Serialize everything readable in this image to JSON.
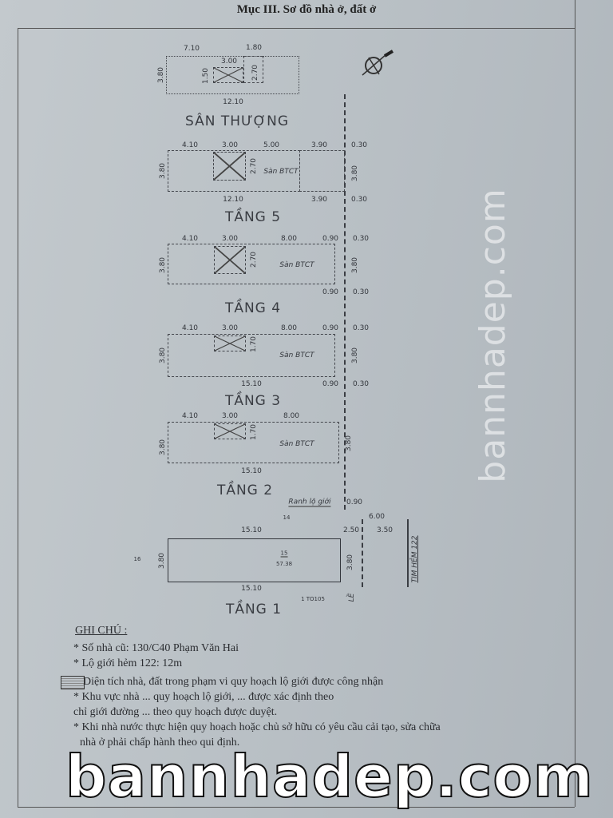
{
  "title": "Mục III. Sơ đồ nhà ở, đất ở",
  "san_thuong": {
    "name": "SÂN THƯỢNG",
    "labels": [
      "7.10",
      "1.80",
      "3.00",
      "2.70",
      "1.50",
      "3.80",
      "12.10"
    ]
  },
  "tang5": {
    "name": "TẦNG 5",
    "labels": [
      "4.10",
      "3.00",
      "5.00",
      "3.90",
      "0.30",
      "3.80",
      "2.70",
      "Sàn BTCT",
      "3.80",
      "12.10",
      "3.90",
      "0.30"
    ]
  },
  "tang4": {
    "name": "TẦNG 4",
    "labels": [
      "4.10",
      "3.00",
      "8.00",
      "0.90",
      "0.30",
      "3.80",
      "2.70",
      "Sàn BTCT",
      "3.80",
      "0.90",
      "0.30"
    ]
  },
  "tang3": {
    "name": "TẦNG 3",
    "labels": [
      "4.10",
      "3.00",
      "8.00",
      "0.90",
      "0.30",
      "3.80",
      "1.70",
      "Sàn BTCT",
      "3.80",
      "15.10",
      "0.90",
      "0.30"
    ]
  },
  "tang2": {
    "name": "TẦNG 2",
    "labels": [
      "4.10",
      "3.00",
      "8.00",
      "3.80",
      "1.70",
      "Sàn BTCT",
      "3.80",
      "15.10"
    ]
  },
  "tang1": {
    "name": "TẦNG 1",
    "labels": [
      "Ranh lộ giới",
      "0.90",
      "14",
      "6.00",
      "2.50",
      "3.50",
      "16",
      "3.80",
      "15.10",
      "15",
      "57.38",
      "15.10",
      "3.80",
      "LỀ",
      "TIM HẺM 122",
      "1 TO105"
    ]
  },
  "notes": {
    "heading": "GHI CHÚ :",
    "lines": [
      "* Số nhà cũ: 130/C40 Phạm Văn Hai",
      "* Lộ giới hẻm 122: 12m",
      "Diện  tích nhà, đất trong phạm vi quy hoạch lộ giới được công nhận",
      "* Khu vực nhà ... quy hoạch lộ giới, ... được xác định theo",
      "chỉ giới đường ... theo quy hoạch được duyệt.",
      "* Khi nhà nước thực hiện quy hoạch hoặc chủ sở hữu có yêu cầu cải tạo, sửa chữa",
      "nhà ở phải chấp hành theo qui định."
    ]
  },
  "watermark": "bannhadep.com"
}
